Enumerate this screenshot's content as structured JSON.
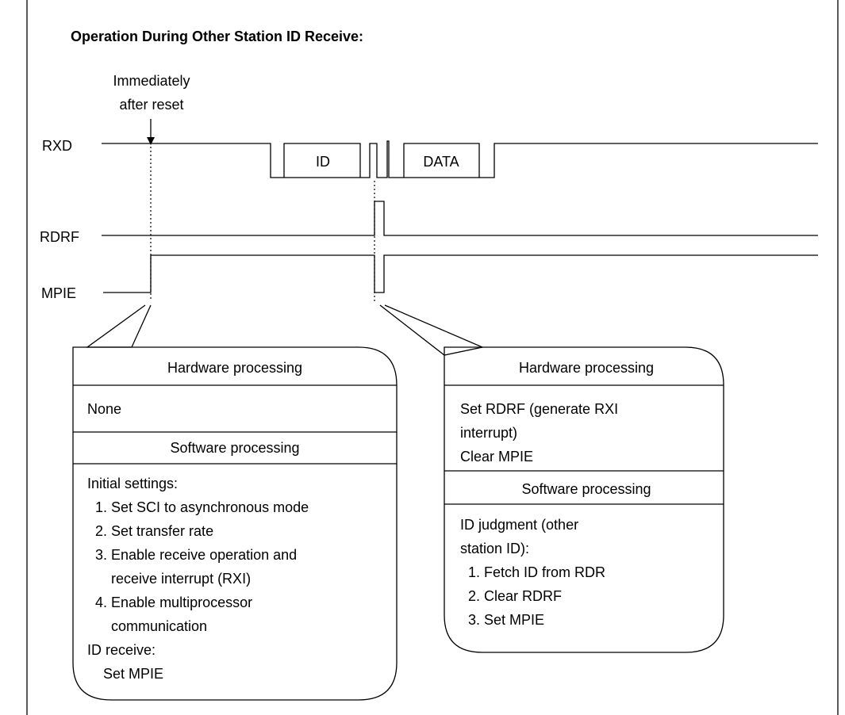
{
  "title": "Operation During Other Station ID Receive:",
  "annotation": {
    "line1": "Immediately",
    "line2": "after reset"
  },
  "signals": {
    "rxd": "RXD",
    "rdrf": "RDRF",
    "mpie": "MPIE"
  },
  "frames": {
    "id": "ID",
    "data": "DATA"
  },
  "left_box": {
    "hw_heading": "Hardware processing",
    "hw_lines": [
      "None"
    ],
    "sw_heading": "Software processing",
    "sw_lines": [
      "Initial settings:",
      "  1. Set SCI to asynchronous mode",
      "  2. Set transfer rate",
      "  3. Enable receive operation and",
      "      receive interrupt (RXI)",
      "  4. Enable multiprocessor",
      "      communication",
      "ID receive:",
      "    Set MPIE"
    ]
  },
  "right_box": {
    "hw_heading": "Hardware processing",
    "hw_lines": [
      "Set RDRF (generate RXI",
      "interrupt)",
      "Clear MPIE"
    ],
    "sw_heading": "Software processing",
    "sw_lines": [
      "ID judgment (other",
      "station ID):",
      "  1. Fetch ID from RDR",
      "  2. Clear RDRF",
      "  3. Set MPIE"
    ]
  }
}
